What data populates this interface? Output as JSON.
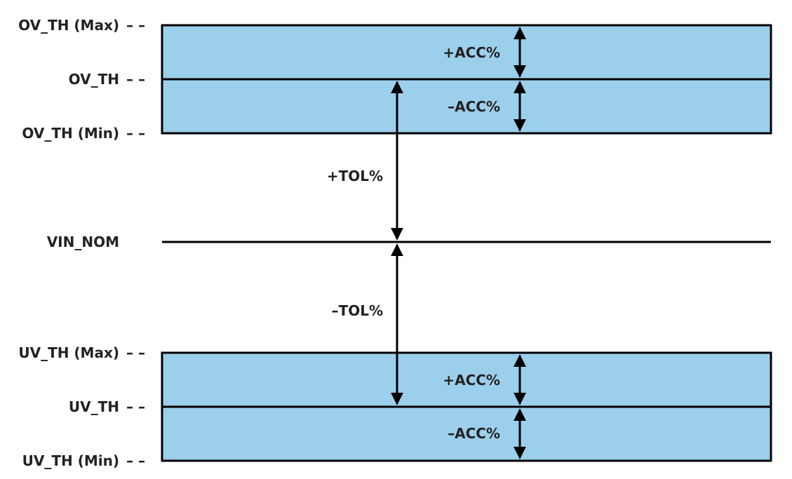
{
  "colors": {
    "band_fill": "#9ccfeb",
    "line": "#000000",
    "text": "#222222"
  },
  "levels": {
    "ov_max": "OV_TH (Max)",
    "ov_th": "OV_TH",
    "ov_min": "OV_TH (Min)",
    "vin_nom": "VIN_NOM",
    "uv_max": "UV_TH (Max)",
    "uv_th": "UV_TH",
    "uv_min": "UV_TH (Min)"
  },
  "annotations": {
    "ov_plus_acc": "+ACC%",
    "ov_minus_acc": "–ACC%",
    "plus_tol": "+TOL%",
    "minus_tol": "–TOL%",
    "uv_plus_acc": "+ACC%",
    "uv_minus_acc": "–ACC%"
  },
  "dashes": {
    "ov_max": "– –",
    "ov_th": "– –",
    "ov_min": "– –",
    "uv_max": "– –",
    "uv_th": "– –",
    "uv_min": "– –"
  }
}
